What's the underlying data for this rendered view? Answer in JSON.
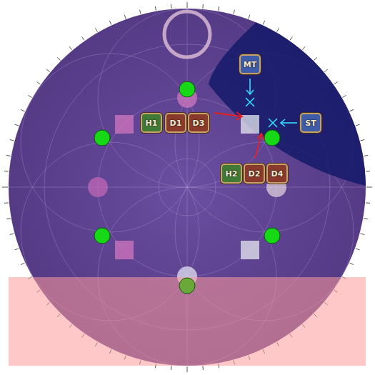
{
  "diagram": {
    "nodes": [
      {
        "text": [
          "MT"
        ]
      },
      {
        "text": [
          "H1"
        ]
      },
      {
        "text": [
          "D1"
        ]
      },
      {
        "text": [
          "D3"
        ]
      },
      {
        "text": [
          "ST"
        ]
      },
      {
        "text": [
          "H2"
        ]
      },
      {
        "text": [
          "D2"
        ]
      },
      {
        "text": [
          "D4"
        ]
      }
    ]
  }
}
